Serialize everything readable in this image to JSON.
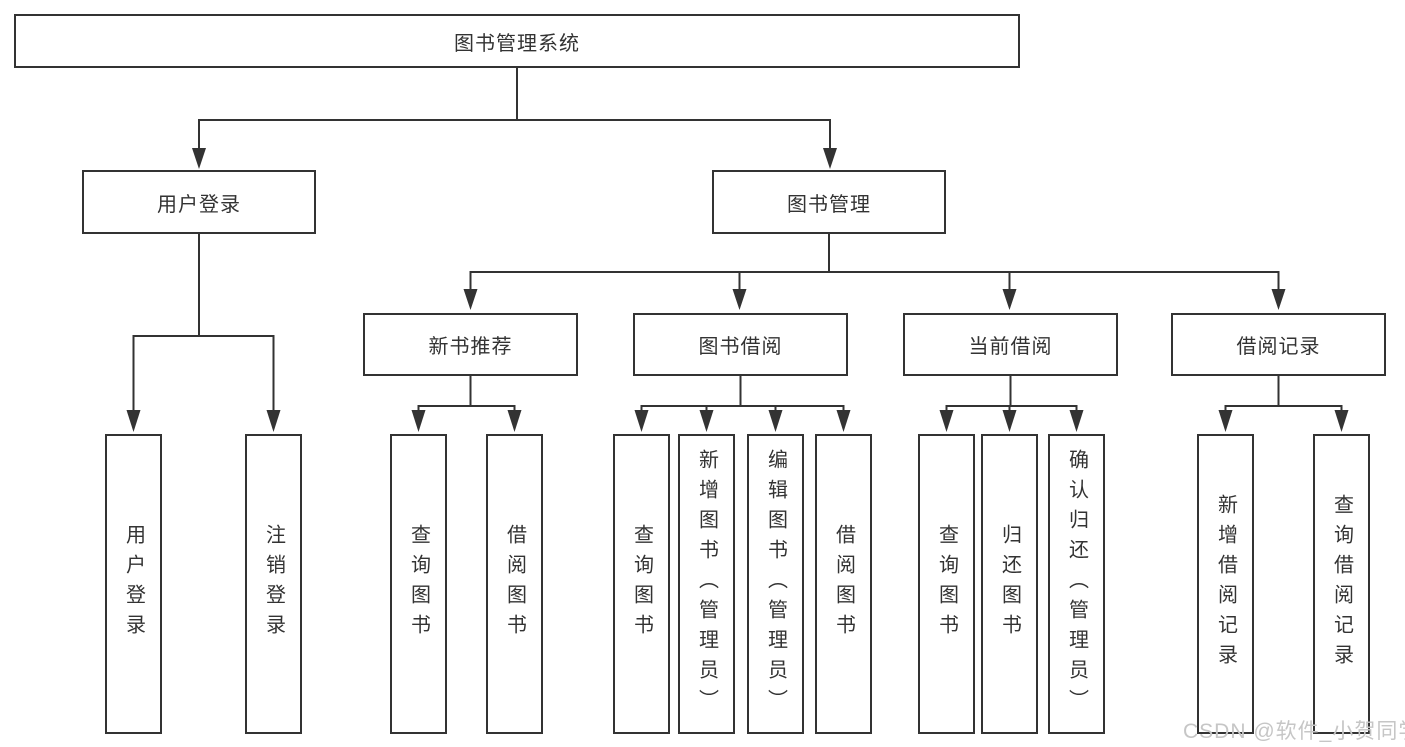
{
  "diagram": {
    "nodes": {
      "root": "图书管理系统",
      "user_login": "用户登录",
      "book_mgmt": "图书管理",
      "new_book_rec": "新书推荐",
      "book_borrow": "图书借阅",
      "current_borrow": "当前借阅",
      "borrow_records": "借阅记录",
      "ul_login": "用户登录",
      "ul_logout": "注销登录",
      "nb_query": "查询图书",
      "nb_borrow": "借阅图书",
      "bb_query": "查询图书",
      "bb_add": "新增图书（管理员）",
      "bb_edit": "编辑图书（管理员）",
      "bb_borrow": "借阅图书",
      "cb_query": "查询图书",
      "cb_return": "归还图书",
      "cb_confirm": "确认归还（管理员）",
      "br_add": "新增借阅记录",
      "br_query": "查询借阅记录"
    },
    "colors": {
      "line": "#333333",
      "border": "#333333",
      "text": "#333333",
      "background": "#ffffff",
      "watermark": "#c6c6c6"
    },
    "watermark": "CSDN @软件_小贺同学"
  }
}
